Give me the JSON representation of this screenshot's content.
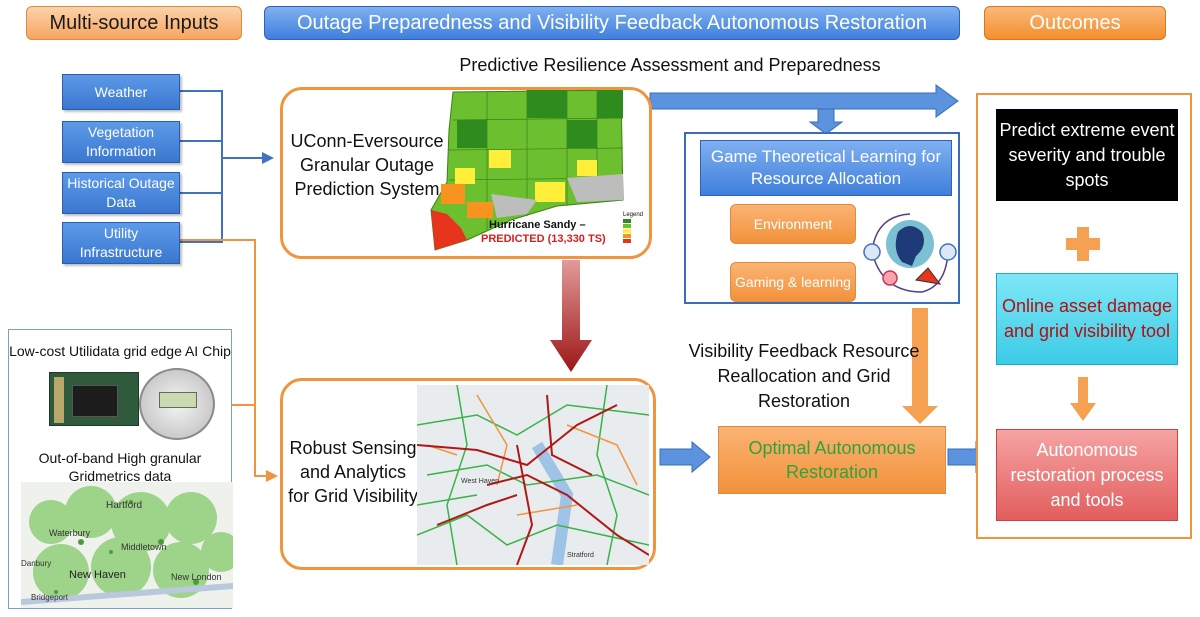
{
  "headers": {
    "inputs": "Multi-source Inputs",
    "center": "Outage Preparedness and Visibility Feedback Autonomous Restoration",
    "outcomes": "Outcomes"
  },
  "subtitle": "Predictive Resilience Assessment and Preparedness",
  "inputs": [
    {
      "label": "Weather"
    },
    {
      "label": "Vegetation Information"
    },
    {
      "label": "Historical Outage Data"
    },
    {
      "label": "Utility Infrastructure"
    }
  ],
  "edge_panel": {
    "chip_title": "Low-cost Utilidata grid edge AI Chip",
    "gridmetrics_title": "Out-of-band High granular Gridmetrics data",
    "map_labels": [
      "Hartford",
      "Waterbury",
      "Middletown",
      "New Haven",
      "New London",
      "Danbury",
      "Bridgeport"
    ]
  },
  "prediction": {
    "title": "UConn-Eversource Granular Outage Prediction System",
    "map_caption": "Hurricane Sandy –",
    "map_predicted": "PREDICTED (13,330 TS)",
    "legend_title": "Legend"
  },
  "sensing": {
    "title": "Robust Sensing and Analytics for Grid Visibility",
    "map_labels": [
      "West Haven",
      "Stratford"
    ]
  },
  "game": {
    "title": "Game Theoretical Learning for Resource Allocation",
    "environment": "Environment",
    "gaming": "Gaming & learning"
  },
  "feedback": {
    "text": "Visibility Feedback Resource Reallocation and Grid Restoration"
  },
  "restoration": {
    "label": "Optimal Autonomous Restoration"
  },
  "outcomes": {
    "predict": "Predict extreme event severity and trouble spots",
    "tool": "Online asset damage and grid visibility tool",
    "process": "Autonomous restoration process and tools"
  },
  "colors": {
    "orange": "#f0943e",
    "blue": "#3f7fdc",
    "restoration_text": "#2fa33a",
    "tool_text": "#b01010"
  }
}
